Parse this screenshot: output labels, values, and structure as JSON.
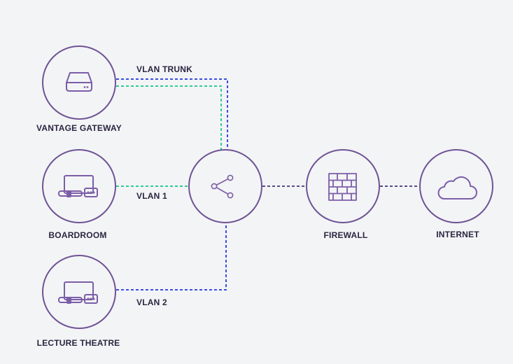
{
  "colors": {
    "node_stroke": "#6e5494",
    "node_fill": "#f3f4f6",
    "icon": "#7b5ea7",
    "label_text": "#2b2540",
    "vlan_trunk_line": "#3b4de0",
    "vlan1_line": "#2ecc8f",
    "uplink_line": "#5a4a8a"
  },
  "nodes": {
    "vantage_gateway": {
      "label": "VANTAGE GATEWAY",
      "icon": "hard-drive-icon"
    },
    "boardroom": {
      "label": "BOARDROOM",
      "icon": "display-controller-icon"
    },
    "lecture_theatre": {
      "label": "LECTURE THEATRE",
      "icon": "display-controller-icon"
    },
    "switch": {
      "label": "",
      "icon": "share-network-icon"
    },
    "firewall": {
      "label": "FIREWALL",
      "icon": "brick-wall-icon"
    },
    "internet": {
      "label": "INTERNET",
      "icon": "cloud-icon"
    }
  },
  "links": {
    "vlan_trunk": {
      "label": "VLAN TRUNK"
    },
    "vlan1": {
      "label": "VLAN 1"
    },
    "vlan2": {
      "label": "VLAN 2"
    }
  }
}
